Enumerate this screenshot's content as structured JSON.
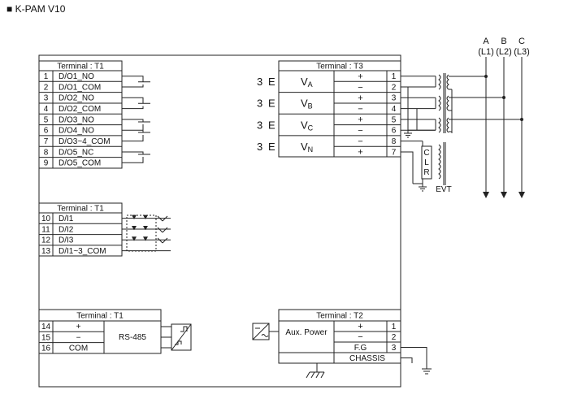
{
  "title": "■ K-PAM V10",
  "phases": [
    {
      "letter": "A",
      "line": "(L1)"
    },
    {
      "letter": "B",
      "line": "(L2)"
    },
    {
      "letter": "C",
      "line": "(L3)"
    }
  ],
  "t1_digital_outputs": {
    "header": "Terminal : T1",
    "rows": [
      {
        "num": "1",
        "label": "D/O1_NO"
      },
      {
        "num": "2",
        "label": "D/O1_COM"
      },
      {
        "num": "3",
        "label": "D/O2_NO"
      },
      {
        "num": "4",
        "label": "D/O2_COM"
      },
      {
        "num": "5",
        "label": "D/O3_NO"
      },
      {
        "num": "6",
        "label": "D/O4_NO"
      },
      {
        "num": "7",
        "label": "D/O3~4_COM"
      },
      {
        "num": "8",
        "label": "D/O5_NC"
      },
      {
        "num": "9",
        "label": "D/O5_COM"
      }
    ]
  },
  "t1_digital_inputs": {
    "header": "Terminal : T1",
    "rows": [
      {
        "num": "10",
        "label": "D/I1"
      },
      {
        "num": "11",
        "label": "D/I2"
      },
      {
        "num": "12",
        "label": "D/I3"
      },
      {
        "num": "13",
        "label": "D/I1~3_COM"
      }
    ]
  },
  "t1_rs485": {
    "header": "Terminal : T1",
    "rows": [
      {
        "num": "14",
        "label": "+"
      },
      {
        "num": "15",
        "label": "−"
      },
      {
        "num": "16",
        "label": "COM"
      }
    ],
    "block_label": "RS-485"
  },
  "t3_voltage": {
    "header": "Terminal : T3",
    "inputs": [
      {
        "main": "V",
        "sub": "A"
      },
      {
        "main": "V",
        "sub": "B"
      },
      {
        "main": "V",
        "sub": "C"
      },
      {
        "main": "V",
        "sub": "N"
      }
    ],
    "rows": [
      {
        "num": "1",
        "sign": "+"
      },
      {
        "num": "2",
        "sign": "−"
      },
      {
        "num": "3",
        "sign": "+"
      },
      {
        "num": "4",
        "sign": "−"
      },
      {
        "num": "5",
        "sign": "+"
      },
      {
        "num": "6",
        "sign": "−"
      },
      {
        "num": "7",
        "sign": "+"
      },
      {
        "num": "8",
        "sign": "−"
      }
    ]
  },
  "t2_power": {
    "header": "Terminal : T2",
    "label": "Aux. Power",
    "rows": [
      {
        "num": "1",
        "sign": "+"
      },
      {
        "num": "2",
        "sign": "−"
      },
      {
        "num": "3",
        "sign": "F.G"
      }
    ],
    "chassis": "CHASSIS"
  },
  "clr_letters": [
    "C",
    "L",
    "R"
  ],
  "evt_label": "EVT"
}
